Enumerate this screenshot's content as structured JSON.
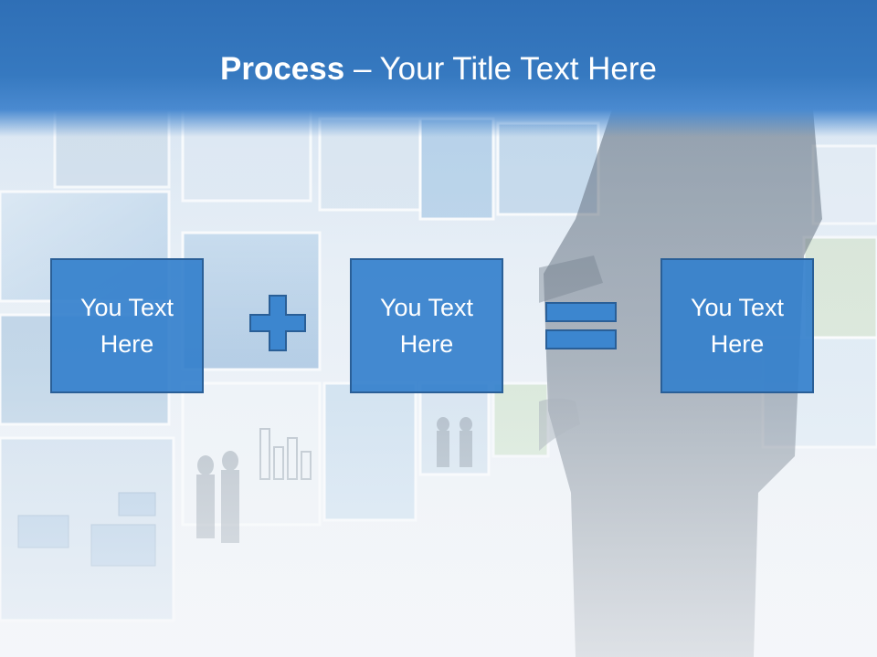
{
  "title": {
    "bold": "Process",
    "rest": " – Your Title Text Here"
  },
  "boxes": [
    {
      "text": "You Text Here"
    },
    {
      "text": "You Text Here"
    },
    {
      "text": "You Text Here"
    }
  ],
  "operators": {
    "first": "plus-icon",
    "second": "equals-icon"
  },
  "colors": {
    "title_bar": "#3679c0",
    "box_fill": "#3c86cf",
    "box_border": "#2a5f97",
    "text": "#ffffff"
  }
}
